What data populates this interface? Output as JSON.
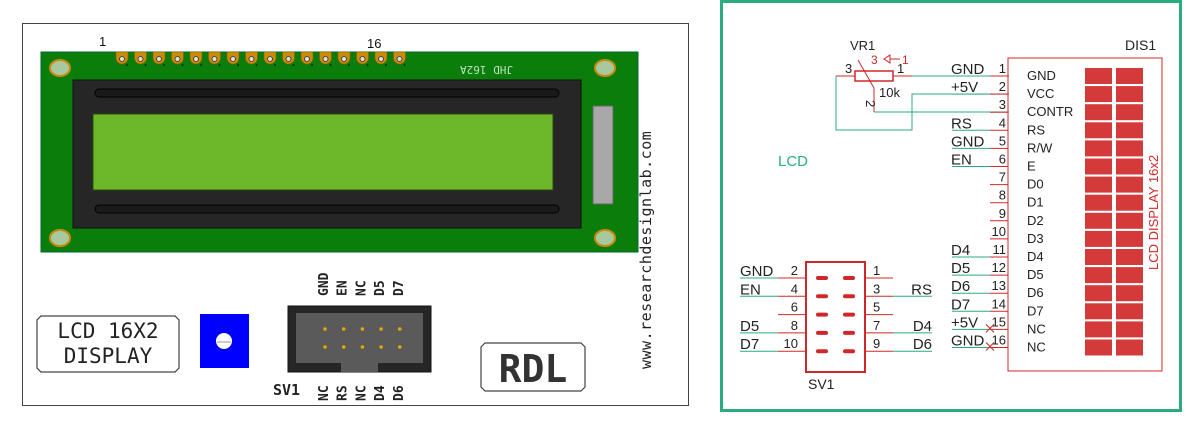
{
  "module": {
    "pin_first_label": "1",
    "pin_last_label": "16",
    "pin_count": 16,
    "silkscreen_text": "JHD 162A",
    "website_text": "www.researchdesignlab.com",
    "title_line1": "LCD 16X2",
    "title_line2": "DISPLAY",
    "logo_text": "RDL",
    "connector_name": "SV1",
    "connector_top_labels": [
      "GND",
      "EN",
      "NC",
      "D5",
      "D7"
    ],
    "connector_bottom_labels": [
      "NC",
      "RS",
      "NC",
      "D4",
      "D6"
    ],
    "colors": {
      "pcb": "#0a7d0a",
      "lcd_glass": "#6db82a",
      "bezel": "#262626",
      "pot": "#0000ff",
      "pin_gold": "#c98c0a"
    }
  },
  "schematic": {
    "border_color": "#2aad7e",
    "wire_color": "#2aad7e",
    "part_color": "#d02828",
    "pot": {
      "name": "VR1",
      "value": "10k",
      "pin_labels": [
        "3",
        "1",
        "2"
      ],
      "arrow_labels": [
        "3",
        "1"
      ]
    },
    "net_label": "LCD",
    "display": {
      "name": "DIS1",
      "vertical_label": "LCD DISPLAY 16x2",
      "pins": [
        {
          "num": "1",
          "name": "GND",
          "net": "GND"
        },
        {
          "num": "2",
          "name": "VCC",
          "net": "+5V"
        },
        {
          "num": "3",
          "name": "CONTR",
          "net": ""
        },
        {
          "num": "4",
          "name": "RS",
          "net": "RS"
        },
        {
          "num": "5",
          "name": "R/W",
          "net": "GND"
        },
        {
          "num": "6",
          "name": "E",
          "net": "EN"
        },
        {
          "num": "7",
          "name": "D0",
          "net": ""
        },
        {
          "num": "8",
          "name": "D1",
          "net": ""
        },
        {
          "num": "9",
          "name": "D2",
          "net": ""
        },
        {
          "num": "10",
          "name": "D3",
          "net": ""
        },
        {
          "num": "11",
          "name": "D4",
          "net": "D4"
        },
        {
          "num": "12",
          "name": "D5",
          "net": "D5"
        },
        {
          "num": "13",
          "name": "D6",
          "net": "D6"
        },
        {
          "num": "14",
          "name": "D7",
          "net": "D7"
        },
        {
          "num": "15",
          "name": "NC",
          "net": "+5V"
        },
        {
          "num": "16",
          "name": "NC",
          "net": "GND"
        }
      ]
    },
    "header": {
      "name": "SV1",
      "left_pins": [
        {
          "num": "2",
          "net": "GND"
        },
        {
          "num": "4",
          "net": "EN"
        },
        {
          "num": "6",
          "net": ""
        },
        {
          "num": "8",
          "net": "D5"
        },
        {
          "num": "10",
          "net": "D7"
        }
      ],
      "right_pins": [
        {
          "num": "1",
          "net": ""
        },
        {
          "num": "3",
          "net": "RS"
        },
        {
          "num": "5",
          "net": ""
        },
        {
          "num": "7",
          "net": "D4"
        },
        {
          "num": "9",
          "net": "D6"
        }
      ]
    }
  }
}
